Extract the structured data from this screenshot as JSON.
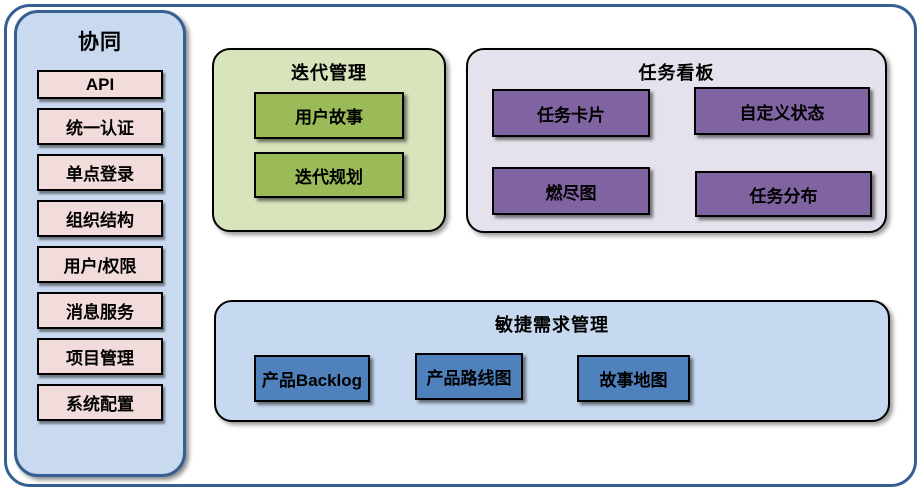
{
  "sidebar": {
    "title": "协同",
    "items": [
      "API",
      "统一认证",
      "单点登录",
      "组织结构",
      "用户/权限",
      "消息服务",
      "项目管理",
      "系统配置"
    ]
  },
  "groups": [
    {
      "title": "迭代管理",
      "items": [
        "用户故事",
        "迭代规划"
      ]
    },
    {
      "title": "任务看板",
      "items": [
        "任务卡片",
        "自定义状态",
        "燃尽图",
        "任务分布"
      ]
    },
    {
      "title": "敏捷需求管理",
      "items": [
        "产品Backlog",
        "产品路线图",
        "故事地图"
      ]
    }
  ],
  "colors": {
    "frame_border": "#365f91",
    "sidebar_fill": "#c9daf0",
    "sidebar_border": "#365f91",
    "sidebar_item_fill": "#f2dcdb",
    "iteration_fill": "#d8e4bc",
    "iteration_item_fill": "#9bbb59",
    "kanban_fill": "#e6e2ed",
    "kanban_item_fill": "#8064a2",
    "agile_fill": "#c7d9f0",
    "agile_item_fill": "#4f81bd",
    "item_border": "#000000",
    "text_color": "#000000"
  }
}
